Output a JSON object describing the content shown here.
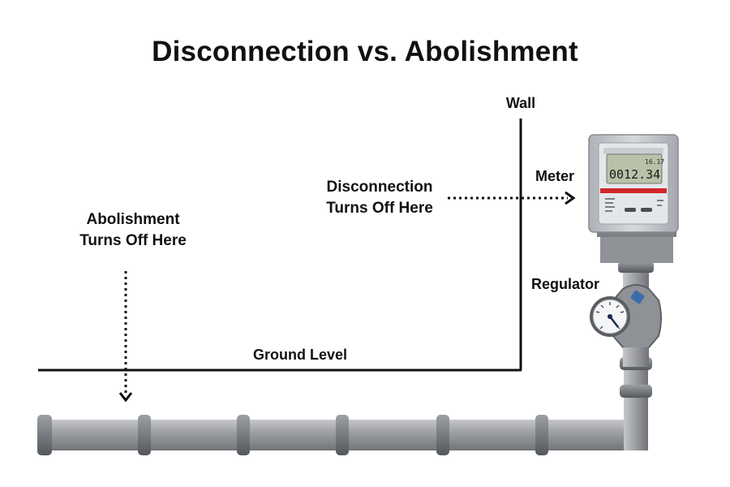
{
  "diagram": {
    "title": "Disconnection vs. Abolishment",
    "labels": {
      "wall": "Wall",
      "meter": "Meter",
      "regulator": "Regulator",
      "ground_level": "Ground Level",
      "disconnection_line1": "Disconnection",
      "disconnection_line2": "Turns Off Here",
      "abolishment_line1": "Abolishment",
      "abolishment_line2": "Turns Off Here"
    },
    "meter_display": {
      "small_reading": "16.17",
      "reading": "0012.34"
    },
    "colors": {
      "pipe": "#9a9ca0",
      "pipe_dark": "#6d7074",
      "meter_body": "#c9ccd1",
      "meter_red_band": "#d1262b",
      "lcd": "#b8c2a8",
      "line": "#111111"
    },
    "icons": [
      "gas-meter-icon",
      "regulator-gauge-icon",
      "gas-pipe-icon"
    ]
  }
}
